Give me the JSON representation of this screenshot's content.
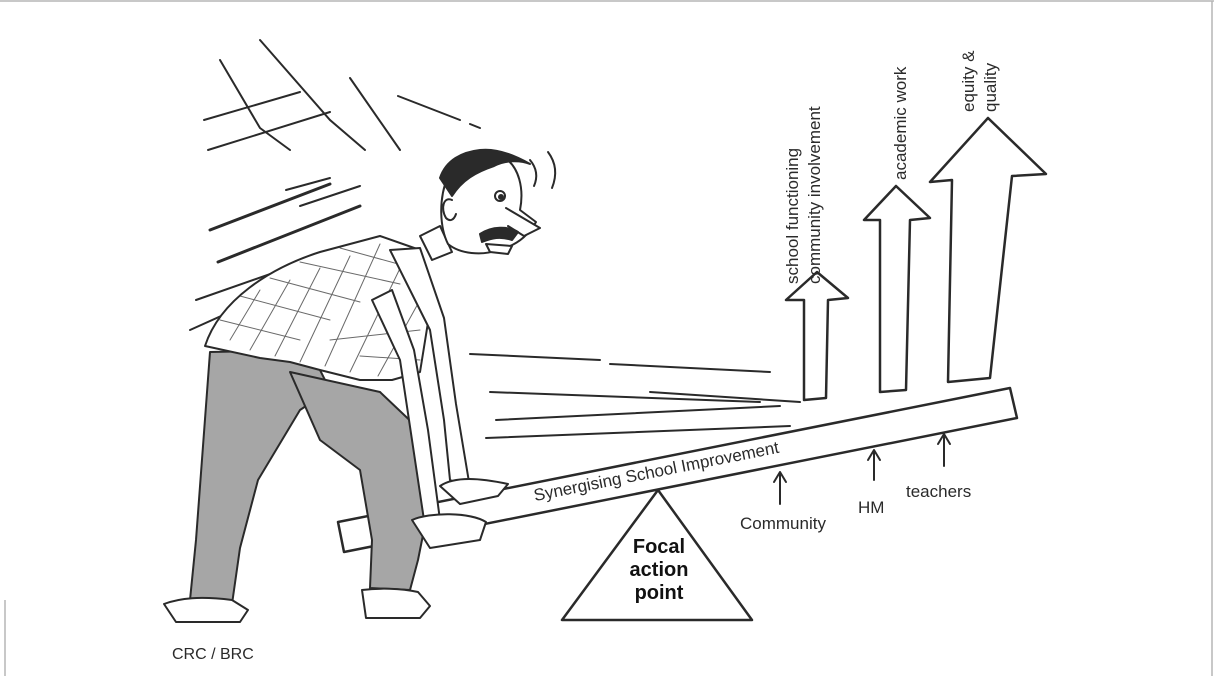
{
  "diagram": {
    "fulcrum_label_lines": [
      "Focal",
      "action",
      "point"
    ],
    "lever_label": "Synergising School Improvement",
    "person_label": "CRC / BRC",
    "support_labels": [
      "Community",
      "HM",
      "teachers"
    ],
    "arrow_labels": [
      [
        "school functioning",
        "community involvement"
      ],
      [
        "academic work"
      ],
      [
        "equity &",
        "quality"
      ]
    ]
  },
  "colors": {
    "ink": "#2a2a2a",
    "trousers": "#a6a6a6",
    "border": "#b5b5b5",
    "background": "#ffffff"
  }
}
